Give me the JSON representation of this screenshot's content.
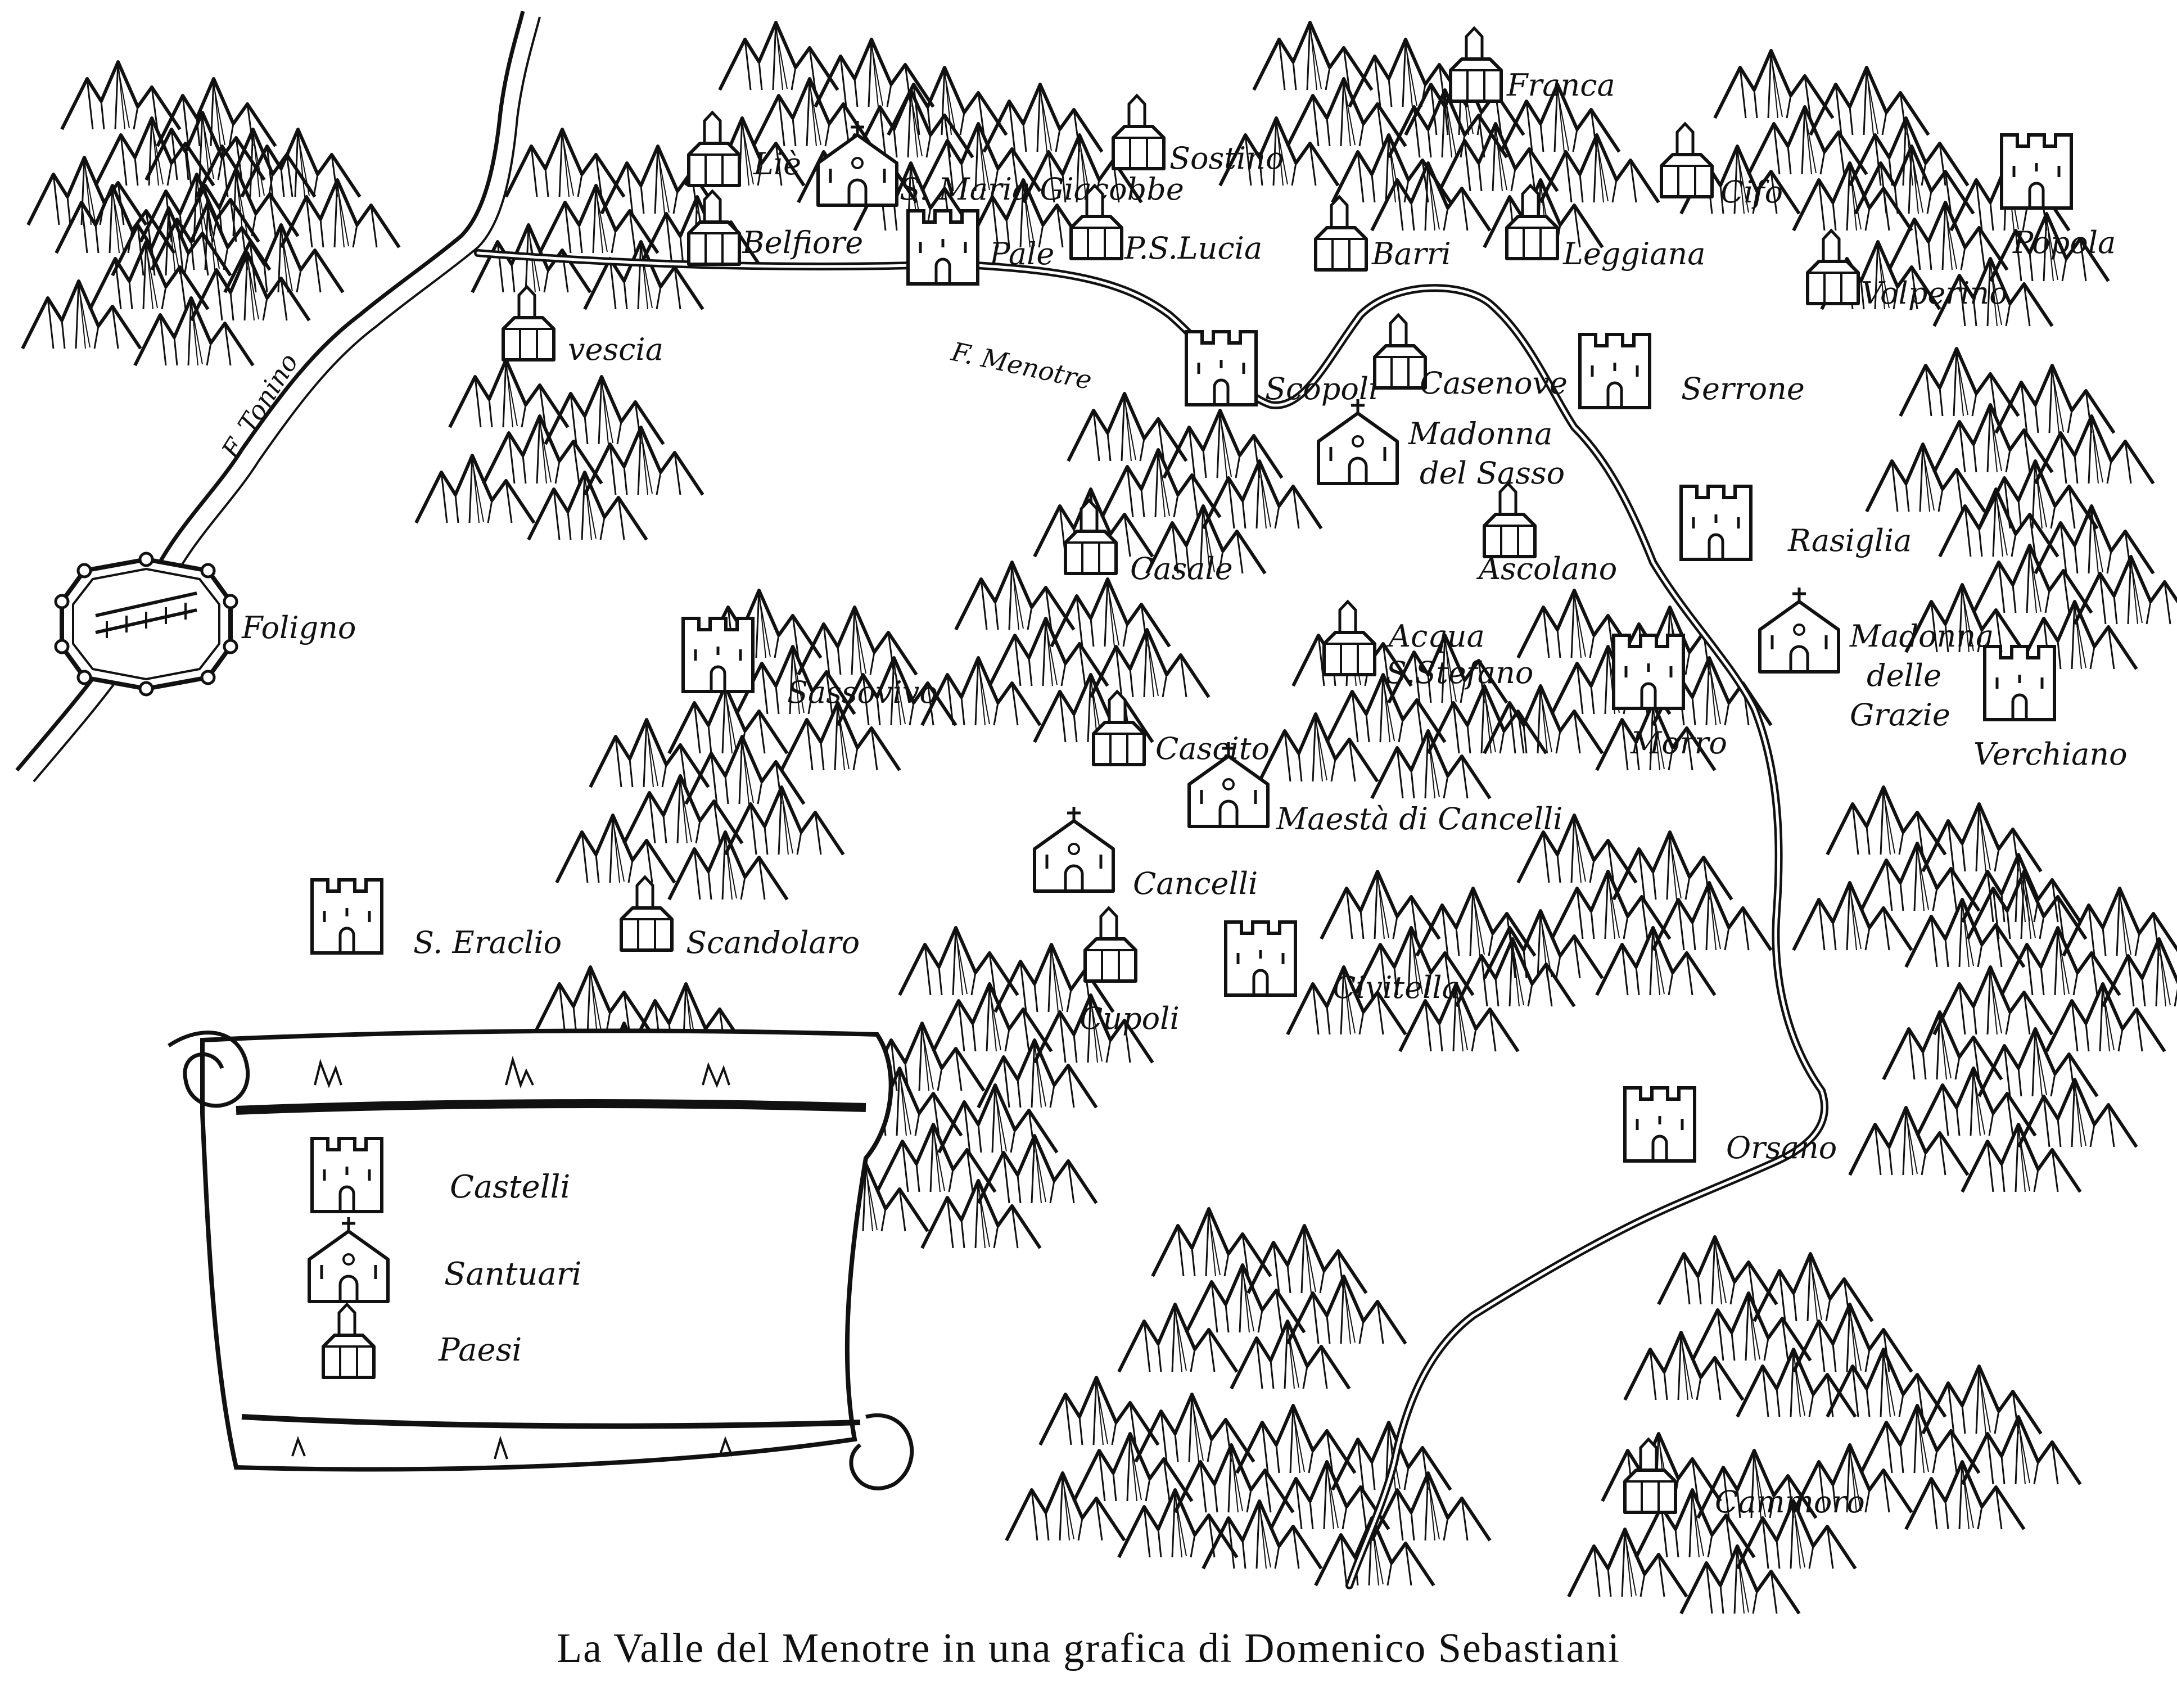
{
  "caption": "La Valle del Menotre in una grafica di Domenico Sebastiani",
  "colors": {
    "ink": "#111111",
    "paper": "#ffffff"
  },
  "rivers": [
    {
      "id": "tonino",
      "label": "F. Tonino"
    },
    {
      "id": "menotre",
      "label": "F. Menotre"
    }
  ],
  "city": {
    "label": "Foligno"
  },
  "legend": {
    "items": [
      {
        "icon": "castle-icon",
        "label": "Castelli"
      },
      {
        "icon": "sanctuary-icon",
        "label": "Santuari"
      },
      {
        "icon": "village-icon",
        "label": "Paesi"
      }
    ]
  },
  "places": [
    {
      "id": "lie",
      "label": "Liè",
      "type": "village"
    },
    {
      "id": "belfiore",
      "label": "Belfiore",
      "type": "village"
    },
    {
      "id": "s-maria-giacobbe",
      "label": "S. Maria Giacobbe",
      "type": "sanctuary"
    },
    {
      "id": "pale",
      "label": "Pale",
      "type": "castle"
    },
    {
      "id": "sostino",
      "label": "Sostino",
      "type": "village"
    },
    {
      "id": "ps-lucia",
      "label": "P.S.Lucia",
      "type": "village"
    },
    {
      "id": "franca",
      "label": "Franca",
      "type": "village"
    },
    {
      "id": "barri",
      "label": "Barri",
      "type": "village"
    },
    {
      "id": "leggiana",
      "label": "Leggiana",
      "type": "village"
    },
    {
      "id": "cifo",
      "label": "Cifo",
      "type": "village"
    },
    {
      "id": "popola",
      "label": "Popola",
      "type": "castle"
    },
    {
      "id": "volperino",
      "label": "Volperino",
      "type": "village"
    },
    {
      "id": "vescia",
      "label": "vescia",
      "type": "village"
    },
    {
      "id": "scopoli",
      "label": "Scopoli",
      "type": "castle"
    },
    {
      "id": "casenove",
      "label": "Casenove",
      "type": "village"
    },
    {
      "id": "serrone",
      "label": "Serrone",
      "type": "castle"
    },
    {
      "id": "madonna-del-sasso",
      "label": "Madonna del Sasso",
      "type": "sanctuary"
    },
    {
      "id": "rasiglia",
      "label": "Rasiglia",
      "type": "castle"
    },
    {
      "id": "casale",
      "label": "Casale",
      "type": "village"
    },
    {
      "id": "ascolano",
      "label": "Ascolano",
      "type": "village"
    },
    {
      "id": "acqua-s-stefano",
      "label": "Acqua S.Stefano",
      "type": "village"
    },
    {
      "id": "madonna-delle-grazie",
      "label": "Madonna delle Grazie",
      "type": "sanctuary"
    },
    {
      "id": "sassovivo",
      "label": "Sassovivo",
      "type": "castle"
    },
    {
      "id": "morro",
      "label": "Morro",
      "type": "castle"
    },
    {
      "id": "verchiano",
      "label": "Verchiano",
      "type": "castle"
    },
    {
      "id": "cascito",
      "label": "Cascito",
      "type": "village"
    },
    {
      "id": "maesta-di-cancelli",
      "label": "Maestà di Cancelli",
      "type": "sanctuary"
    },
    {
      "id": "cancelli",
      "label": "Cancelli",
      "type": "sanctuary"
    },
    {
      "id": "s-eraclio",
      "label": "S. Eraclio",
      "type": "castle"
    },
    {
      "id": "scandolaro",
      "label": "Scandolaro",
      "type": "village"
    },
    {
      "id": "cupoli",
      "label": "Cupoli",
      "type": "village"
    },
    {
      "id": "civitella",
      "label": "Civitella",
      "type": "castle"
    },
    {
      "id": "orsano",
      "label": "Orsano",
      "type": "castle"
    },
    {
      "id": "cammoro",
      "label": "Cammoro",
      "type": "village"
    }
  ]
}
